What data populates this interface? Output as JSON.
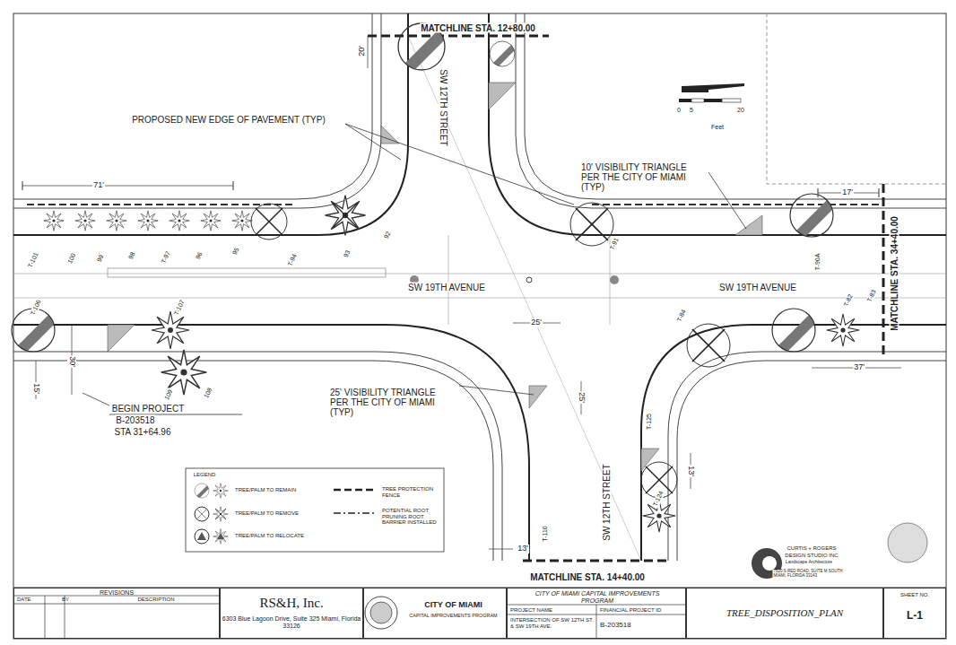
{
  "diagram": {
    "nodes": [
      {
        "text": [
          "REVISIONS",
          "DATE",
          "BY",
          "DESCRIPTION"
        ]
      },
      {
        "text": [
          "RS&H, Inc.",
          "6303 Blue Lagoon Drive, Suite 325 Miami, Florida 33126"
        ]
      },
      {
        "text": [
          "CITY OF MIAMI",
          "CAPITAL IMPROVEMENTS PROGRAM"
        ]
      },
      {
        "text": [
          "CITY OF MIAMI CAPITAL IMPROVEMENTS PROGRAM",
          "PROJECT NAME",
          "FINANCIAL PROJECT ID",
          "INTERSECTION OF SW 12TH ST. & SW 19TH AVE.",
          "B-203518"
        ]
      },
      {
        "text": [
          "TREE_DISPOSITION_PLAN"
        ]
      },
      {
        "text": [
          "SHEET NO.",
          "L-1"
        ]
      }
    ],
    "labels": [
      "MATCHLINE STA. 12+80.00",
      "PROPOSED NEW EDGE OF PAVEMENT (TYP)",
      "10' VISIBILITY TRIANGLE PER THE CITY OF MIAMI (TYP)",
      "SW 12TH STREET",
      "SW 19TH AVENUE",
      "SW 19TH AVENUE",
      "25' VISIBILITY TRIANGLE PER THE CITY OF MIAMI (TYP)",
      "BEGIN PROJECT",
      "B-203518",
      "STA 31+64.96",
      "SW 12TH STREET",
      "MATCHLINE STA. 34+40.00",
      "MATCHLINE STA. 14+40.00",
      "20'",
      "71'",
      "17'",
      "25'",
      "25'",
      "37'",
      "13'",
      "13'",
      "30'",
      "15'",
      "T-101",
      "100",
      "99",
      "98",
      "T-97",
      "96",
      "95",
      "T-94",
      "93",
      "92",
      "T-91",
      "T-90A",
      "T-82",
      "T-83",
      "T-84",
      "T-106",
      "T-107",
      "109",
      "108",
      "T-125",
      "T-124",
      "T-110",
      "0",
      "5",
      "20",
      "Feet",
      "LEGEND",
      "CURTIS + ROGERS",
      "DESIGN STUDIO INC",
      "Landscape Architecture",
      "7520 S RED ROAD, SUITE M SOUTH MIAMI, FLORIDA 33143"
    ],
    "legend": [
      {
        "text": "TREE/PALM TO REMAIN"
      },
      {
        "text": "TREE/PALM TO REMOVE"
      },
      {
        "text": "TREE/PALM TO RELOCATE"
      },
      {
        "text": "TREE PROTECTION FENCE"
      },
      {
        "text": "POTENTIAL ROOT PRUNING ROOT BARRIER INSTALLED"
      }
    ]
  }
}
